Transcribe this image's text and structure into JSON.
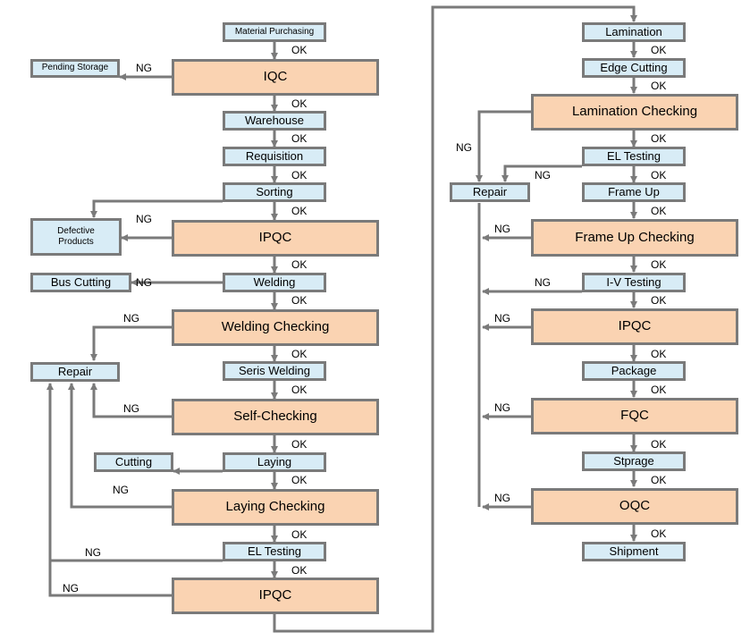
{
  "left_column": {
    "material_purchasing": "Material Purchasing",
    "pending_storage": "Pending Storage",
    "iqc": "IQC",
    "warehouse": "Warehouse",
    "requisition": "Requisition",
    "sorting": "Sorting",
    "defective_products": "Defective Products",
    "ipqc_1": "IPQC",
    "bus_cutting": "Bus Cutting",
    "welding": "Welding",
    "welding_checking": "Welding Checking",
    "repair": "Repair",
    "seris_welding": "Seris Welding",
    "self_checking": "Self-Checking",
    "cutting": "Cutting",
    "laying": "Laying",
    "laying_checking": "Laying Checking",
    "el_testing": "EL Testing",
    "ipqc_2": "IPQC"
  },
  "right_column": {
    "lamination": "Lamination",
    "edge_cutting": "Edge Cutting",
    "lamination_checking": "Lamination Checking",
    "el_testing": "EL Testing",
    "repair": "Repair",
    "frame_up": "Frame Up",
    "frame_up_checking": "Frame Up Checking",
    "iv_testing": "I-V Testing",
    "ipqc": "IPQC",
    "package": "Package",
    "fqc": "FQC",
    "stprage": "Stprage",
    "oqc": "OQC",
    "shipment": "Shipment"
  },
  "labels": {
    "ok": "OK",
    "ng": "NG"
  }
}
